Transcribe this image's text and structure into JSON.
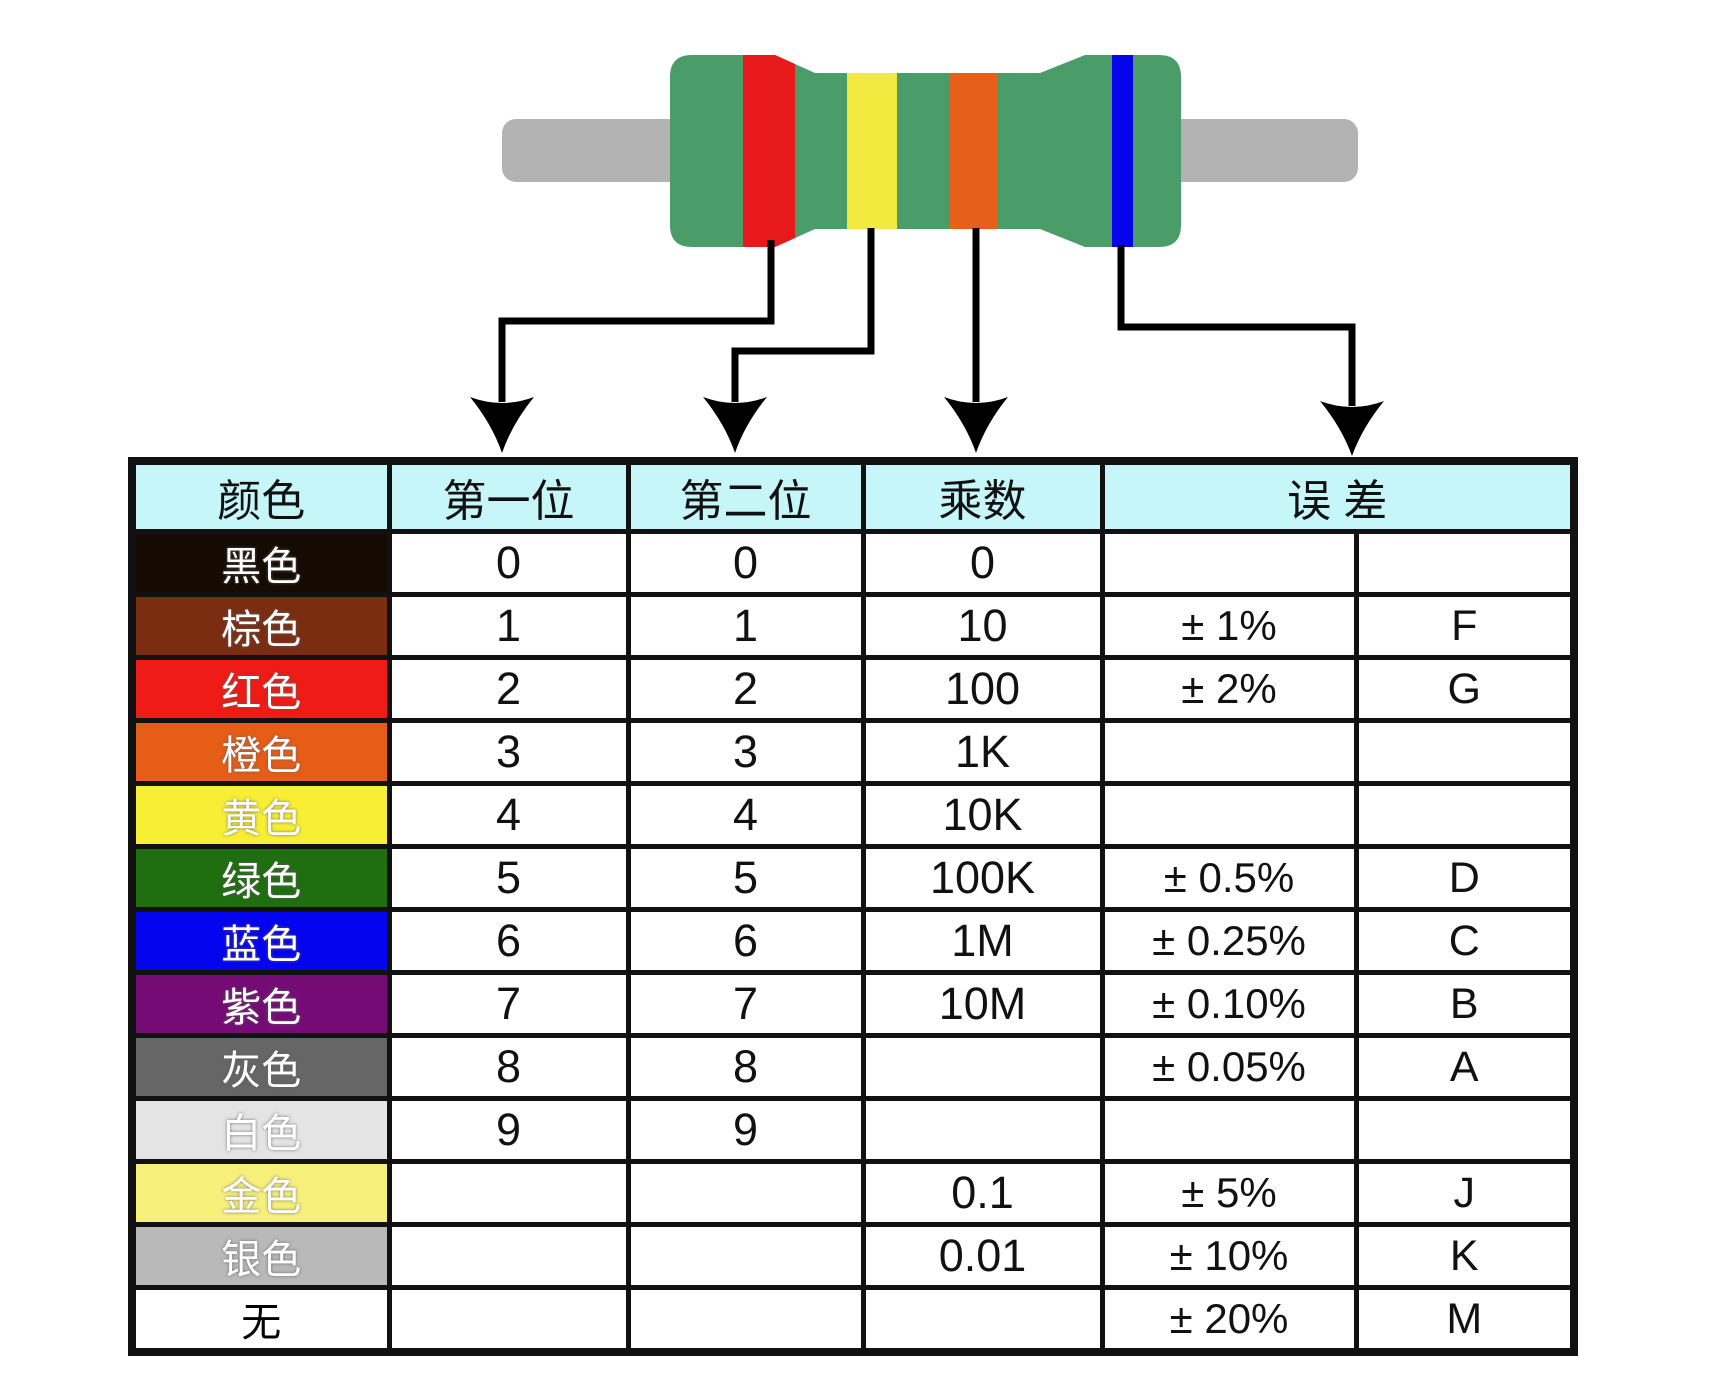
{
  "page": {
    "background": "#ffffff"
  },
  "resistor": {
    "body_color": "#4a9d69",
    "lead_color": "#b3b3b3",
    "arrow_color": "#000000",
    "bands": {
      "first_digit_band": "#e8191b",
      "second_digit_band": "#f2ea3e",
      "multiplier_band": "#e6601c",
      "tolerance_band": "#0505ec"
    }
  },
  "table": {
    "border_color": "#111111",
    "header_bg": "#c6f6f8",
    "headers": {
      "color": "颜色",
      "first_digit": "第一位",
      "second_digit": "第二位",
      "multiplier": "乘数",
      "tolerance": "误 差"
    },
    "rows": [
      {
        "name": "黑色",
        "swatch": "#150b02",
        "text": "#ffffff",
        "d1": "0",
        "d2": "0",
        "mult": "0",
        "tol": "",
        "code": ""
      },
      {
        "name": "棕色",
        "swatch": "#7b2d12",
        "text": "#ffffff",
        "d1": "1",
        "d2": "1",
        "mult": "10",
        "tol": "± 1%",
        "code": "F"
      },
      {
        "name": "红色",
        "swatch": "#ee1b16",
        "text": "#ffffff",
        "d1": "2",
        "d2": "2",
        "mult": "100",
        "tol": "± 2%",
        "code": "G"
      },
      {
        "name": "橙色",
        "swatch": "#e65d17",
        "text": "#ffffff",
        "d1": "3",
        "d2": "3",
        "mult": "1K",
        "tol": "",
        "code": ""
      },
      {
        "name": "黄色",
        "swatch": "#f8ef35",
        "text": "#ffffff",
        "d1": "4",
        "d2": "4",
        "mult": "10K",
        "tol": "",
        "code": ""
      },
      {
        "name": "绿色",
        "swatch": "#1f6e10",
        "text": "#ffffff",
        "d1": "5",
        "d2": "5",
        "mult": "100K",
        "tol": "± 0.5%",
        "code": "D"
      },
      {
        "name": "蓝色",
        "swatch": "#0404ee",
        "text": "#ffffff",
        "d1": "6",
        "d2": "6",
        "mult": "1M",
        "tol": "± 0.25%",
        "code": "C"
      },
      {
        "name": "紫色",
        "swatch": "#750c75",
        "text": "#ffffff",
        "d1": "7",
        "d2": "7",
        "mult": "10M",
        "tol": "± 0.10%",
        "code": "B"
      },
      {
        "name": "灰色",
        "swatch": "#666666",
        "text": "#ffffff",
        "d1": "8",
        "d2": "8",
        "mult": "",
        "tol": "± 0.05%",
        "code": "A"
      },
      {
        "name": "白色",
        "swatch": "#e4e4e4",
        "text": "#ffffff",
        "d1": "9",
        "d2": "9",
        "mult": "",
        "tol": "",
        "code": ""
      },
      {
        "name": "金色",
        "swatch": "#f6f07b",
        "text": "#ffffff",
        "d1": "",
        "d2": "",
        "mult": "0.1",
        "tol": "± 5%",
        "code": "J"
      },
      {
        "name": "银色",
        "swatch": "#b9b9b9",
        "text": "#ffffff",
        "d1": "",
        "d2": "",
        "mult": "0.01",
        "tol": "± 10%",
        "code": "K"
      },
      {
        "name": "无",
        "swatch": "#ffffff",
        "text": "#000000",
        "d1": "",
        "d2": "",
        "mult": "",
        "tol": "± 20%",
        "code": "M"
      }
    ]
  }
}
